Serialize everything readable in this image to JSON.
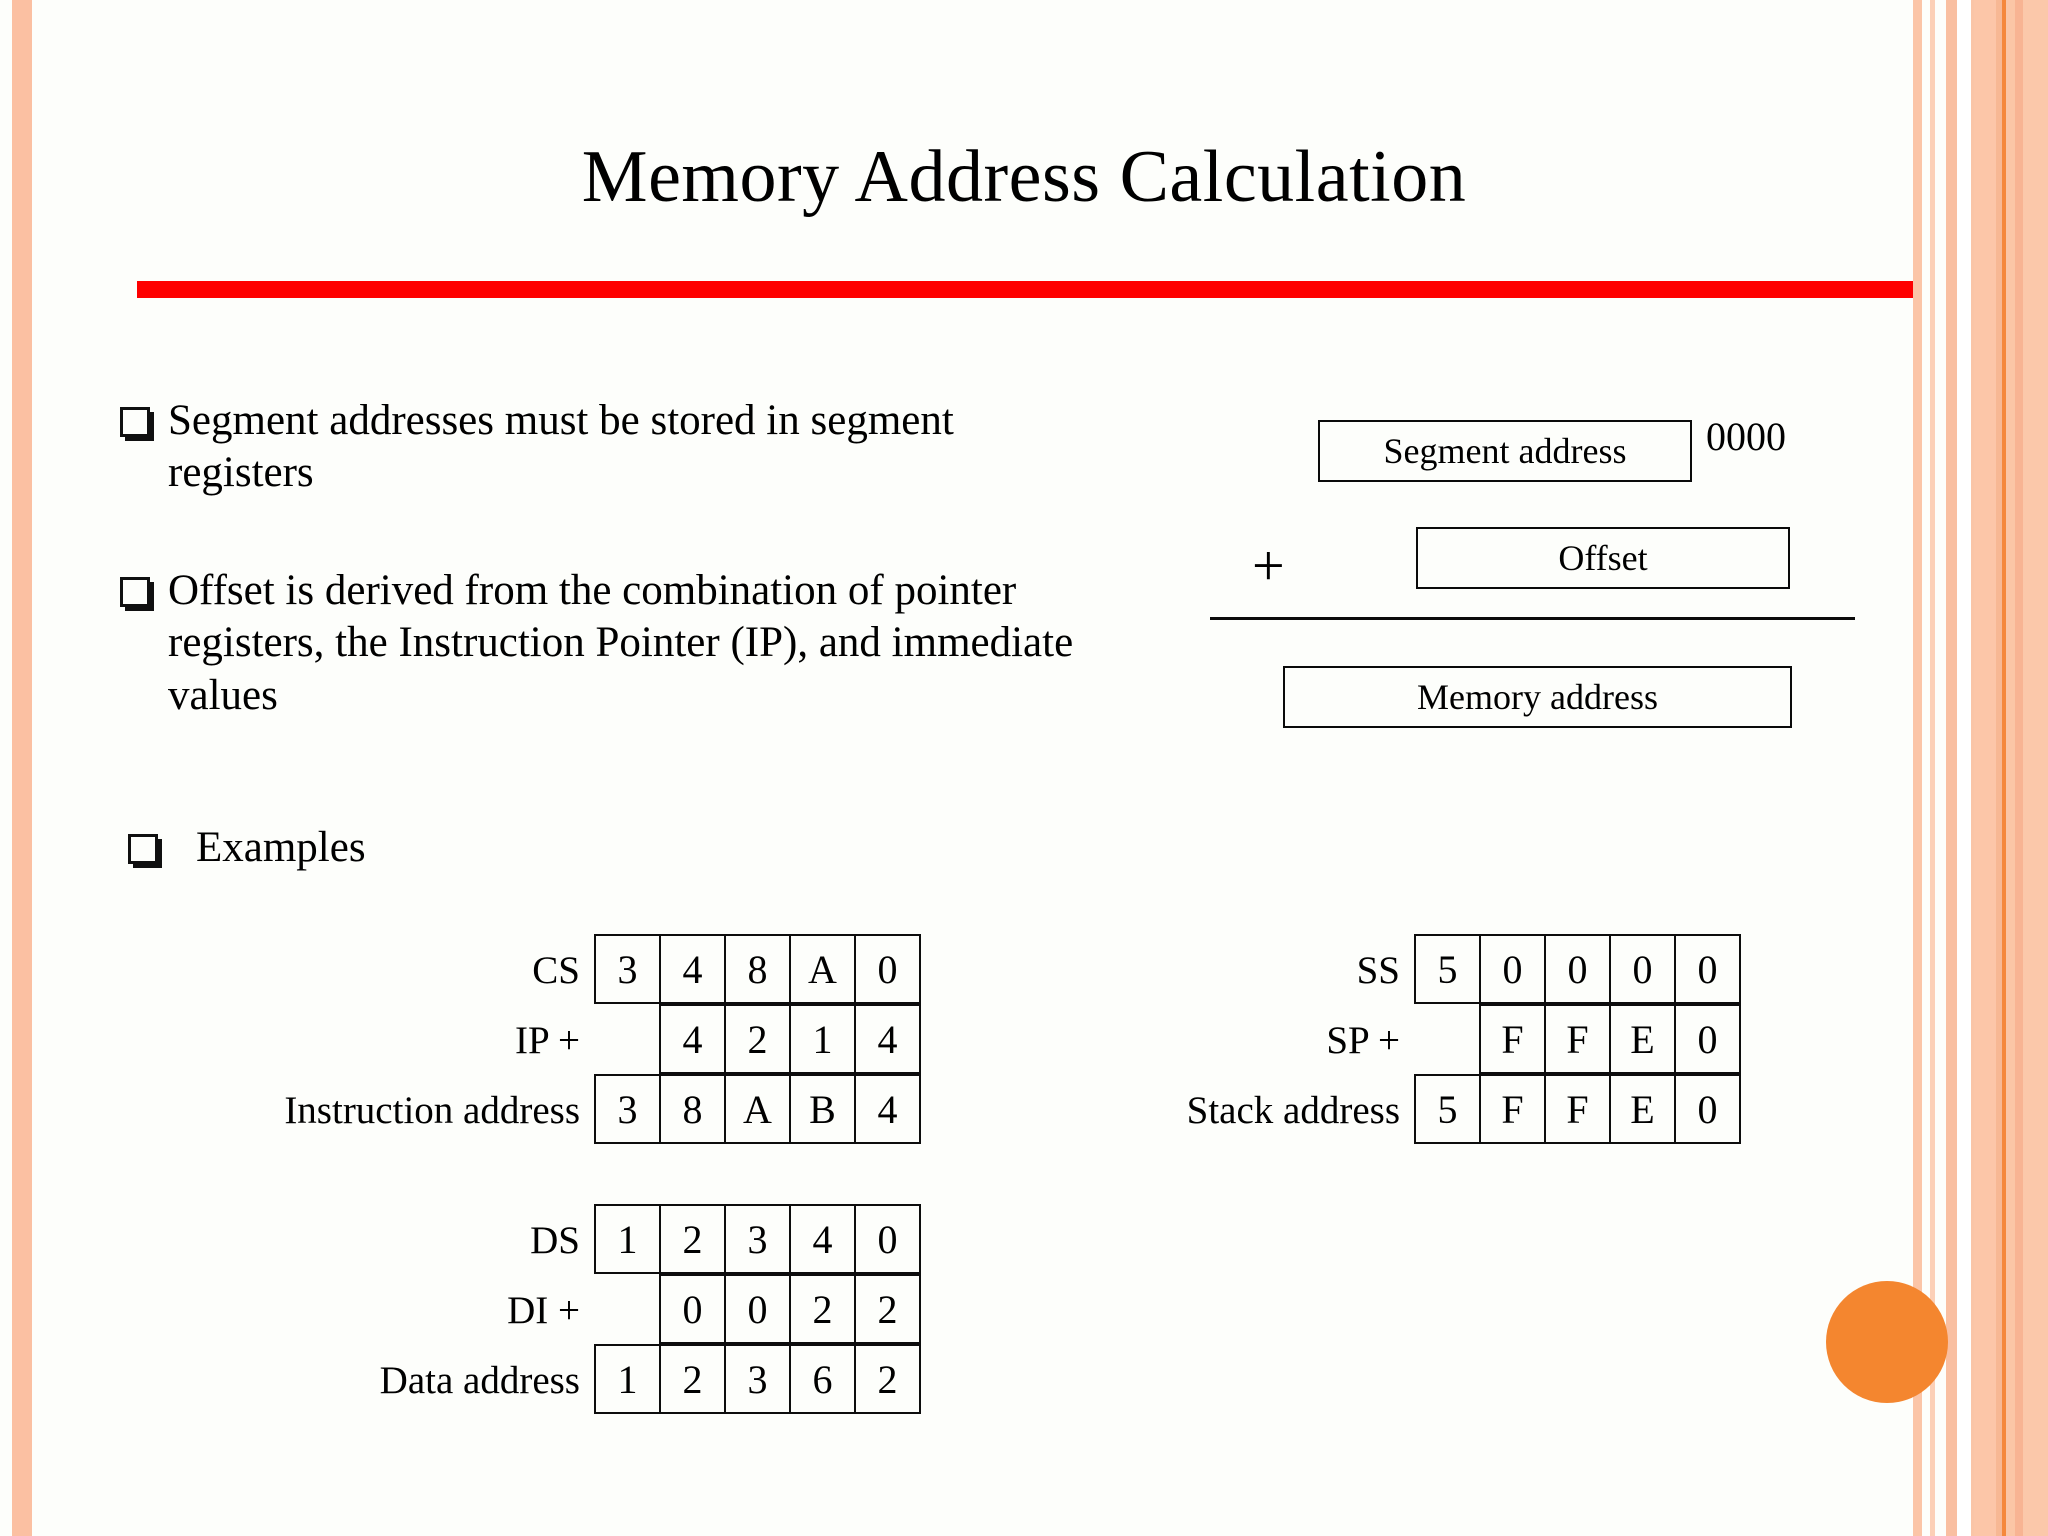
{
  "slide": {
    "title": "Memory Address Calculation",
    "background_color": "#fdfefb",
    "rule_color": "#fe0000",
    "accent_dot_color": "#f4862f",
    "border_color": "#fbc0a2"
  },
  "bullets": [
    {
      "text": "Segment addresses must be stored in segment registers"
    },
    {
      "text": "Offset is derived from the combination of pointer registers, the Instruction Pointer (IP), and immediate values"
    },
    {
      "text": "Examples"
    }
  ],
  "diagram": {
    "segment_box": "Segment address",
    "segment_zeros": "0000",
    "plus": "+",
    "offset_box": "Offset",
    "memory_box": "Memory address"
  },
  "examples": [
    {
      "id": "code-segment",
      "rows": [
        {
          "label": "CS",
          "op": "",
          "indent": 0,
          "cells": [
            "3",
            "4",
            "8",
            "A",
            "0"
          ]
        },
        {
          "label": "IP",
          "op": "+",
          "indent": 1,
          "cells": [
            "4",
            "2",
            "1",
            "4"
          ]
        },
        {
          "label": "Instruction address",
          "op": "",
          "indent": 0,
          "cells": [
            "3",
            "8",
            "A",
            "B",
            "4"
          ]
        }
      ]
    },
    {
      "id": "stack-segment",
      "rows": [
        {
          "label": "SS",
          "op": "",
          "indent": 0,
          "cells": [
            "5",
            "0",
            "0",
            "0",
            "0"
          ]
        },
        {
          "label": "SP",
          "op": "+",
          "indent": 1,
          "cells": [
            "F",
            "F",
            "E",
            "0"
          ]
        },
        {
          "label": "Stack address",
          "op": "",
          "indent": 0,
          "cells": [
            "5",
            "F",
            "F",
            "E",
            "0"
          ]
        }
      ]
    },
    {
      "id": "data-segment",
      "rows": [
        {
          "label": "DS",
          "op": "",
          "indent": 0,
          "cells": [
            "1",
            "2",
            "3",
            "4",
            "0"
          ]
        },
        {
          "label": "DI",
          "op": "+",
          "indent": 1,
          "cells": [
            "0",
            "0",
            "2",
            "2"
          ]
        },
        {
          "label": "Data address",
          "op": "",
          "indent": 0,
          "cells": [
            "1",
            "2",
            "3",
            "6",
            "2"
          ]
        }
      ]
    }
  ]
}
